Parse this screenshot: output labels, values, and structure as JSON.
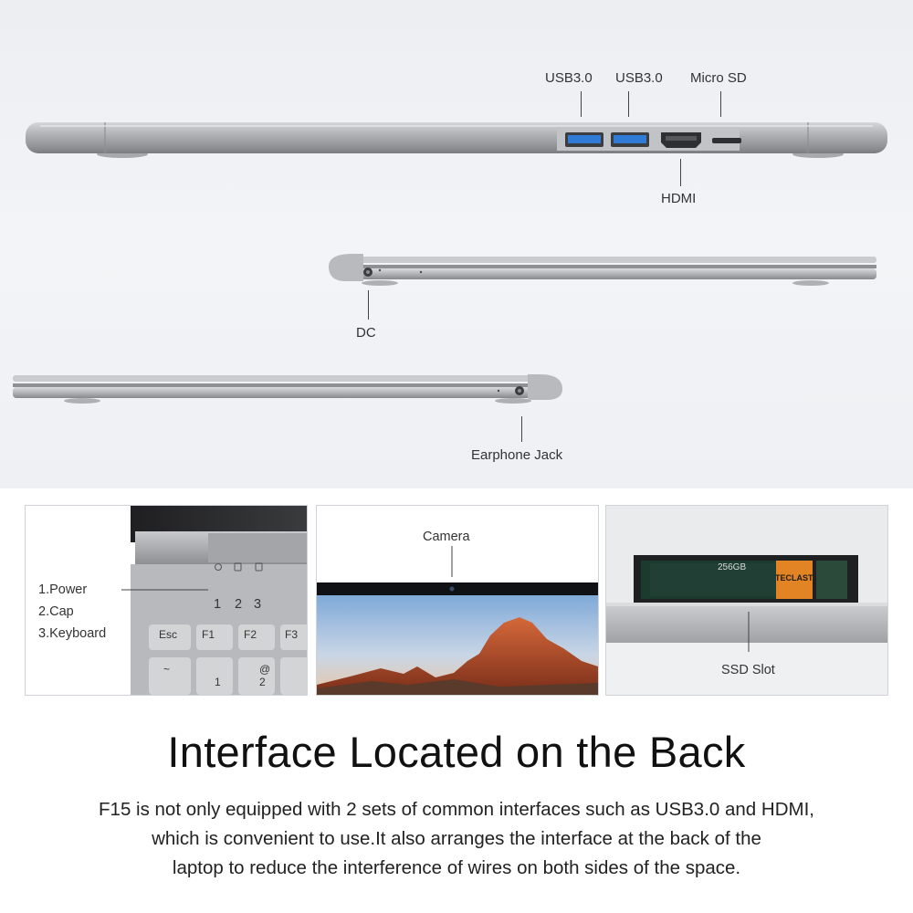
{
  "ports_back": {
    "usb1": "USB3.0",
    "usb2": "USB3.0",
    "microsd": "Micro SD",
    "hdmi": "HDMI"
  },
  "port_left": {
    "dc": "DC"
  },
  "port_right": {
    "earphone": "Earphone Jack"
  },
  "panels": {
    "indicators": {
      "items": [
        "1.Power",
        "2.Cap",
        "3.Keyboard"
      ],
      "numbers": [
        "1",
        "2",
        "3"
      ],
      "keys": {
        "esc": "Esc",
        "f1": "F1",
        "f2": "F2",
        "f3": "F3",
        "tilde": "~",
        "one": "1",
        "at": "@",
        "two": "2"
      }
    },
    "camera": {
      "label": "Camera"
    },
    "ssd": {
      "label": "SSD Slot",
      "capacity": "256GB",
      "brand": "TECLAST"
    }
  },
  "headline": "Interface Located on the Back",
  "body": [
    "F15 is not only equipped with 2 sets of common interfaces such as USB3.0 and HDMI,",
    "which is convenient to use.It also arranges the interface at the back of the",
    "laptop to reduce the interference of wires on both sides of the space."
  ],
  "colors": {
    "metal": "#a9abaf",
    "usb_blue": "#2f7bd6",
    "ssd_orange": "#e28423",
    "ssd_dark": "#1a3b2e"
  }
}
